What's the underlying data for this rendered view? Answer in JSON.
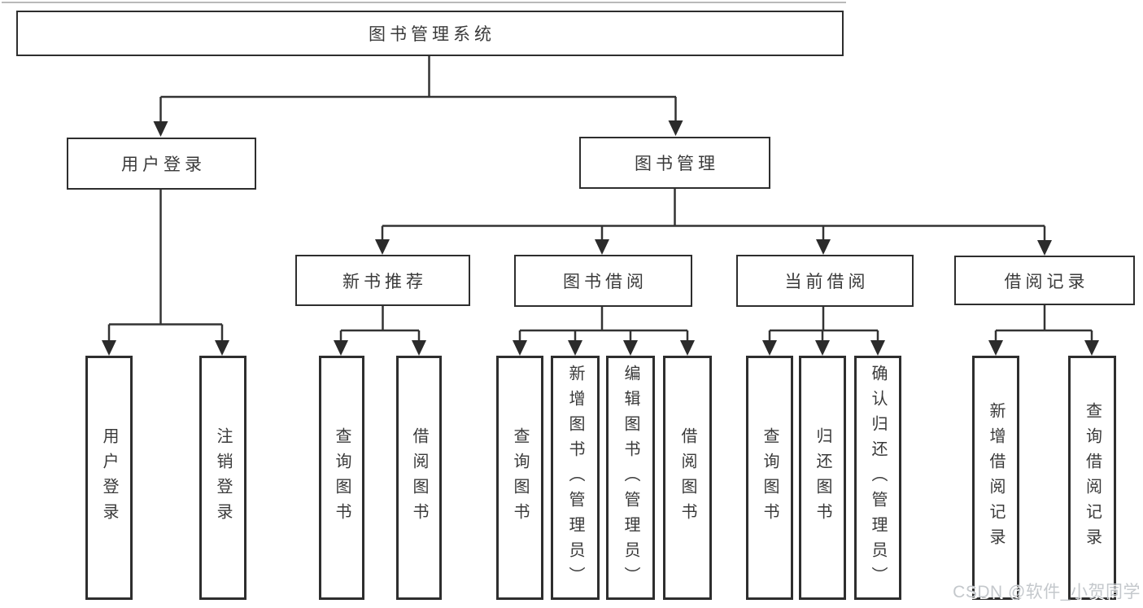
{
  "tree": {
    "root": {
      "label": "图书管理系统"
    },
    "branches": [
      {
        "label": "用户登录",
        "children": [
          {
            "label": "用户登录"
          },
          {
            "label": "注销登录"
          }
        ]
      },
      {
        "label": "图书管理",
        "children": [
          {
            "label": "新书推荐",
            "children": [
              {
                "label": "查询图书"
              },
              {
                "label": "借阅图书"
              }
            ]
          },
          {
            "label": "图书借阅",
            "children": [
              {
                "label": "查询图书"
              },
              {
                "label": "新增图书（管理员）"
              },
              {
                "label": "编辑图书（管理员）"
              },
              {
                "label": "借阅图书"
              }
            ]
          },
          {
            "label": "当前借阅",
            "children": [
              {
                "label": "查询图书"
              },
              {
                "label": "归还图书"
              },
              {
                "label": "确认归还（管理员）"
              }
            ]
          },
          {
            "label": "借阅记录",
            "children": [
              {
                "label": "新增借阅记录"
              },
              {
                "label": "查询借阅记录"
              }
            ]
          }
        ]
      }
    ]
  },
  "watermark": {
    "text": "CSDN @软件_小贺同学"
  },
  "colors": {
    "background": "#ffffff",
    "line": "#333333",
    "box_border": "#2e2e2e",
    "text": "#3a3a3a",
    "watermark_text": "#c4c8cc"
  }
}
